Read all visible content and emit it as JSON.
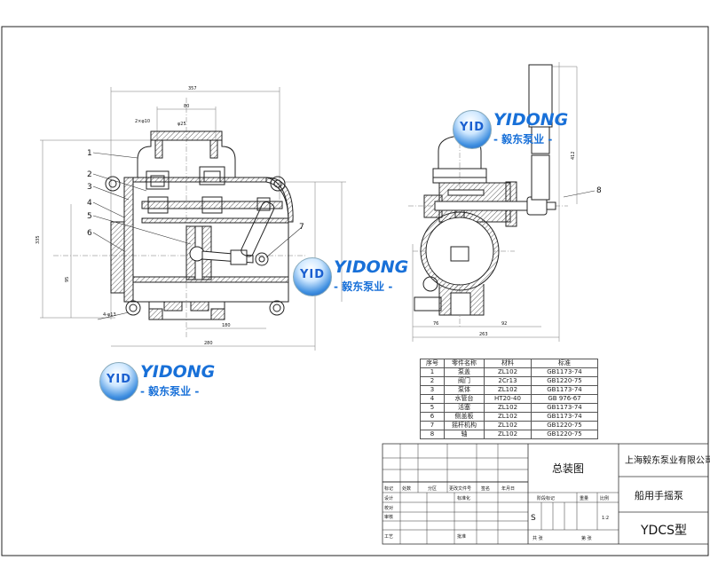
{
  "logo": {
    "badge": "YID",
    "brand": "YIDONG",
    "subtitle": "- 毅东泵业 -"
  },
  "callouts": [
    "1",
    "2",
    "3",
    "4",
    "5",
    "6",
    "7",
    "8"
  ],
  "dimensions": {
    "overall_width": "357",
    "center_span": "80",
    "top_port": "φ25",
    "holes": "2×φ10",
    "bottom_holes": "4-φ13",
    "base_span": "180",
    "base_width": "280",
    "height": "335",
    "flange_height": "95",
    "side_left": "76",
    "side_right": "92",
    "side_width": "263",
    "handle_height": "412"
  },
  "parts_table": {
    "headers": [
      "序号",
      "零件名称",
      "材料",
      "标准"
    ],
    "rows": [
      [
        "1",
        "泵盖",
        "ZL102",
        "GB1173-74"
      ],
      [
        "2",
        "阀门",
        "2Cr13",
        "GB1220-75"
      ],
      [
        "3",
        "泵体",
        "ZL102",
        "GB1173-74"
      ],
      [
        "4",
        "水管台",
        "HT20-40",
        "GB 976-67"
      ],
      [
        "5",
        "活塞",
        "ZL102",
        "GB1173-74"
      ],
      [
        "6",
        "侧盖板",
        "ZL102",
        "GB1173-74"
      ],
      [
        "7",
        "摇杆机构",
        "ZL102",
        "GB1220-75"
      ],
      [
        "8",
        "轴",
        "ZL102",
        "GB1220-75"
      ]
    ]
  },
  "title_block": {
    "drawing_name": "总装图",
    "company": "上海毅东泵业有限公司",
    "product": "船用手摇泵",
    "model": "YDCS型",
    "rev_headers": [
      "标记",
      "处数",
      "分区",
      "更改文件号",
      "签名",
      "年月日"
    ],
    "design": "设计",
    "standardize": "标准化",
    "check": "校对",
    "review": "审核",
    "process": "工艺",
    "approve": "批准",
    "stage_mark": "阶段标记",
    "weight": "重量",
    "scale": "比例",
    "stage_s": "S",
    "scale_value": "1:2",
    "sheets_total": "共 张",
    "sheet_no": "第 张"
  }
}
